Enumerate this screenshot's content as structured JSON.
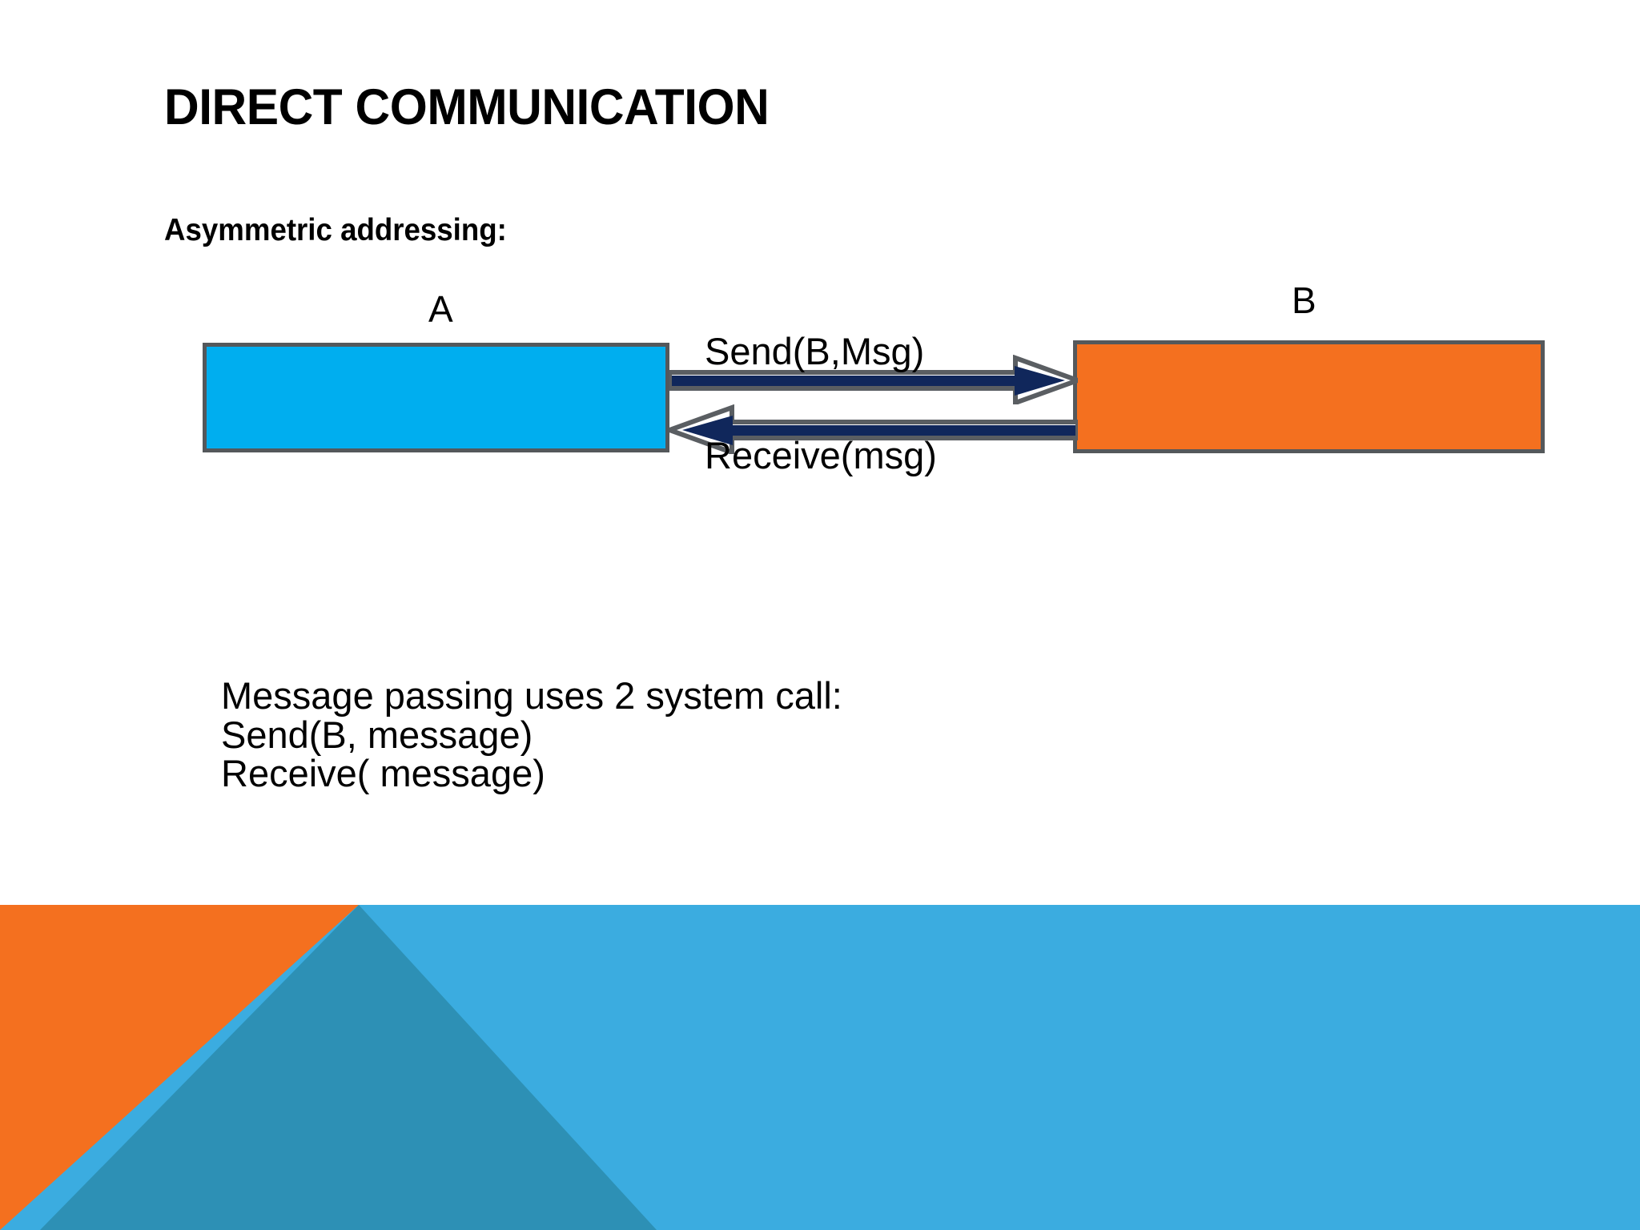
{
  "slide": {
    "title": "DIRECT COMMUNICATION",
    "subheading": "Asymmetric addressing:"
  },
  "diagram": {
    "process_a": {
      "label": "A",
      "color": "#00AEEF",
      "border_color": "#54585B"
    },
    "process_b": {
      "label": "B",
      "color": "#F4701F",
      "border_color": "#54585B"
    },
    "arrows": [
      {
        "name": "send-arrow",
        "caption": "Send(B,Msg)",
        "direction": "right",
        "color": "#10275B",
        "outline_color": "#5A5E62"
      },
      {
        "name": "receive-arrow",
        "caption": "Receive(msg)",
        "direction": "left",
        "color": "#10275B",
        "outline_color": "#5A5E62"
      }
    ]
  },
  "body": {
    "lines": [
      "Message passing uses 2 system call:",
      "Send(B, message)",
      "Receive( message)"
    ]
  },
  "banner": {
    "orange": "#F4701F",
    "light_blue": "#3BACE0",
    "teal_overlay": "#2D90B5"
  }
}
